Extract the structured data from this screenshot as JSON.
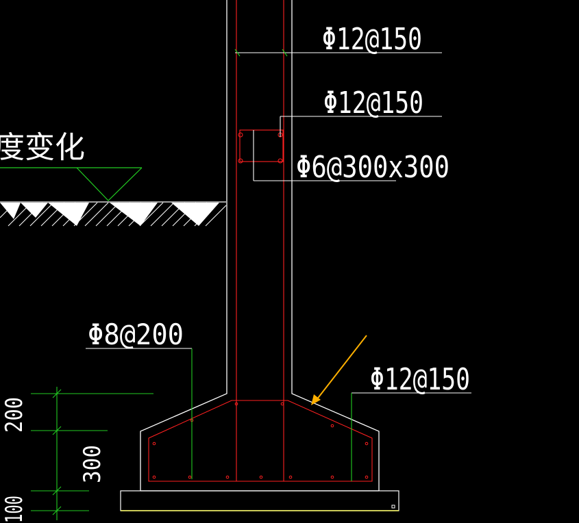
{
  "colors": {
    "background": "#000000",
    "outline": "#ffffff",
    "rebar": "#ff2020",
    "leader_green": "#22cc22",
    "dimension": "#22cc22",
    "slab": "#ffff66",
    "arrow": "#ffb000",
    "text": "#ffffff"
  },
  "labels": {
    "rebar_top_1": "Φ12@150",
    "rebar_top_2": "Φ12@150",
    "tie_rebar": "Φ6@300x300",
    "footing_dist": "Φ8@200",
    "footing_main": "Φ12@150",
    "level_change": "度变化"
  },
  "dimensions": {
    "dim_200": "200",
    "dim_300": "300",
    "dim_100": "100"
  }
}
